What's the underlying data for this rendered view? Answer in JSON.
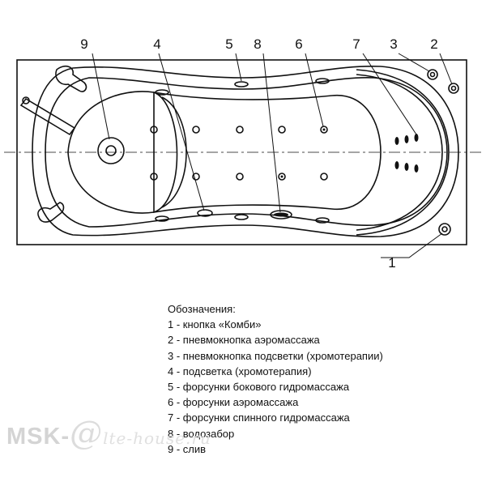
{
  "diagram": {
    "callouts": [
      "9",
      "4",
      "5",
      "8",
      "6",
      "7",
      "3",
      "2",
      "1"
    ]
  },
  "legend": {
    "title": "Обозначения:",
    "items": [
      "1 - кнопка «Комби»",
      "2 - пневмокнопка аэромассажа",
      "3 - пневмокнопка подсветки (хромотерапии)",
      "4 - подсветка (хромотерапия)",
      "5 - форсунки бокового гидромассажа",
      "6 - форсунки аэромассажа",
      "7 - форсунки спинного гидромассажа",
      "8 - водозабор",
      "9 - слив"
    ]
  },
  "watermark": {
    "brand": "MSK-",
    "at": "@",
    "rest": "lte-house.ru"
  }
}
